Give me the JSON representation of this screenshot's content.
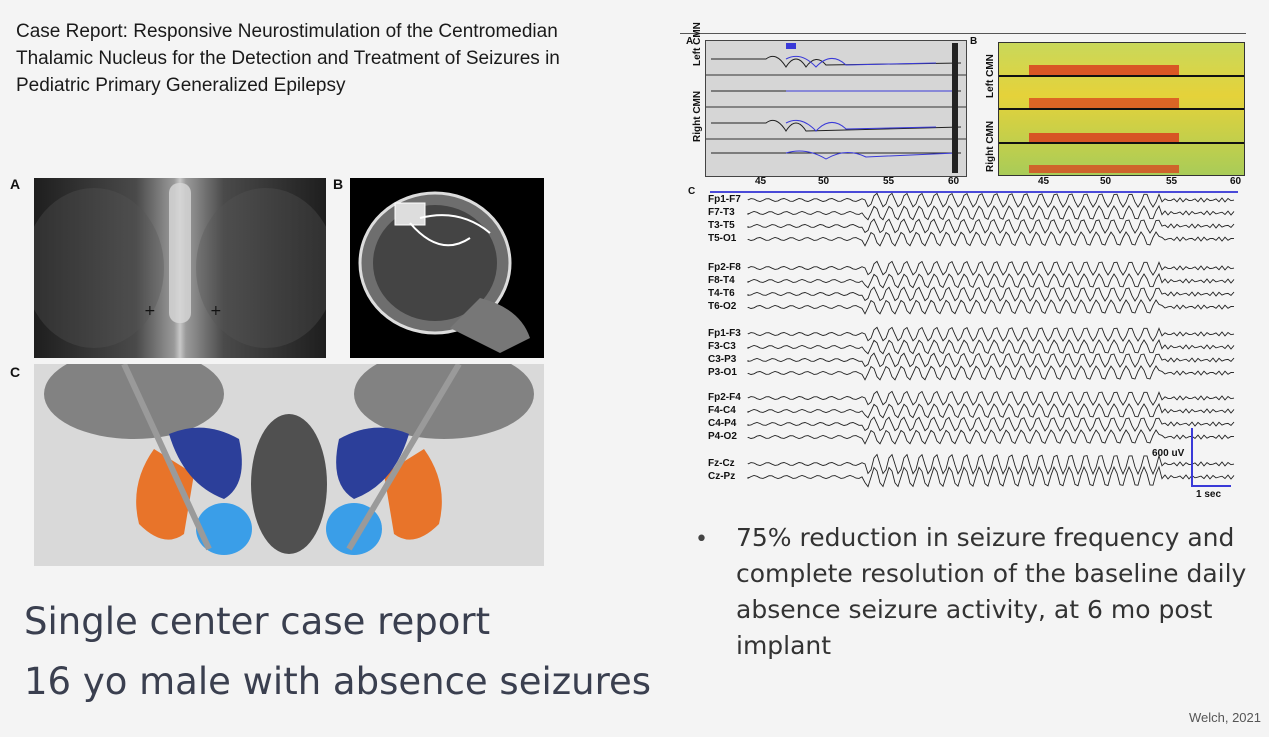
{
  "title": "Case Report: Responsive Neurostimulation of the Centromedian Thalamic Nucleus for the Detection and Treatment of Seizures in Pediatric Primary Generalized Epilepsy",
  "figure_left": {
    "panels": [
      "A",
      "B",
      "C"
    ]
  },
  "figure_right": {
    "panels": [
      "A",
      "B",
      "C"
    ],
    "ecog_labels": [
      "Left CMN",
      "Right CMN"
    ],
    "ecog_ticks": [
      "45",
      "50",
      "55",
      "60"
    ],
    "eeg_groups": [
      [
        "Fp1-F7",
        "F7-T3",
        "T3-T5",
        "T5-O1"
      ],
      [
        "Fp2-F8",
        "F8-T4",
        "T4-T6",
        "T6-O2"
      ],
      [
        "Fp1-F3",
        "F3-C3",
        "C3-P3",
        "P3-O1"
      ],
      [
        "Fp2-F4",
        "F4-C4",
        "C4-P4",
        "P4-O2"
      ],
      [
        "Fz-Cz",
        "Cz-Pz"
      ]
    ],
    "scale_voltage": "600 uV",
    "scale_time": "1 sec"
  },
  "summary_lines": [
    "Single center case report",
    "16 yo male with absence seizures"
  ],
  "bullet": "75% reduction in seizure frequency and complete resolution of the baseline daily absence seizure activity, at 6 mo post implant",
  "citation": "Welch, 2021",
  "colors": {
    "trace_blue": "#3a3ad8",
    "orange": "#e8742a",
    "blue": "#2c3f9a",
    "light_blue": "#3a9ee8"
  }
}
